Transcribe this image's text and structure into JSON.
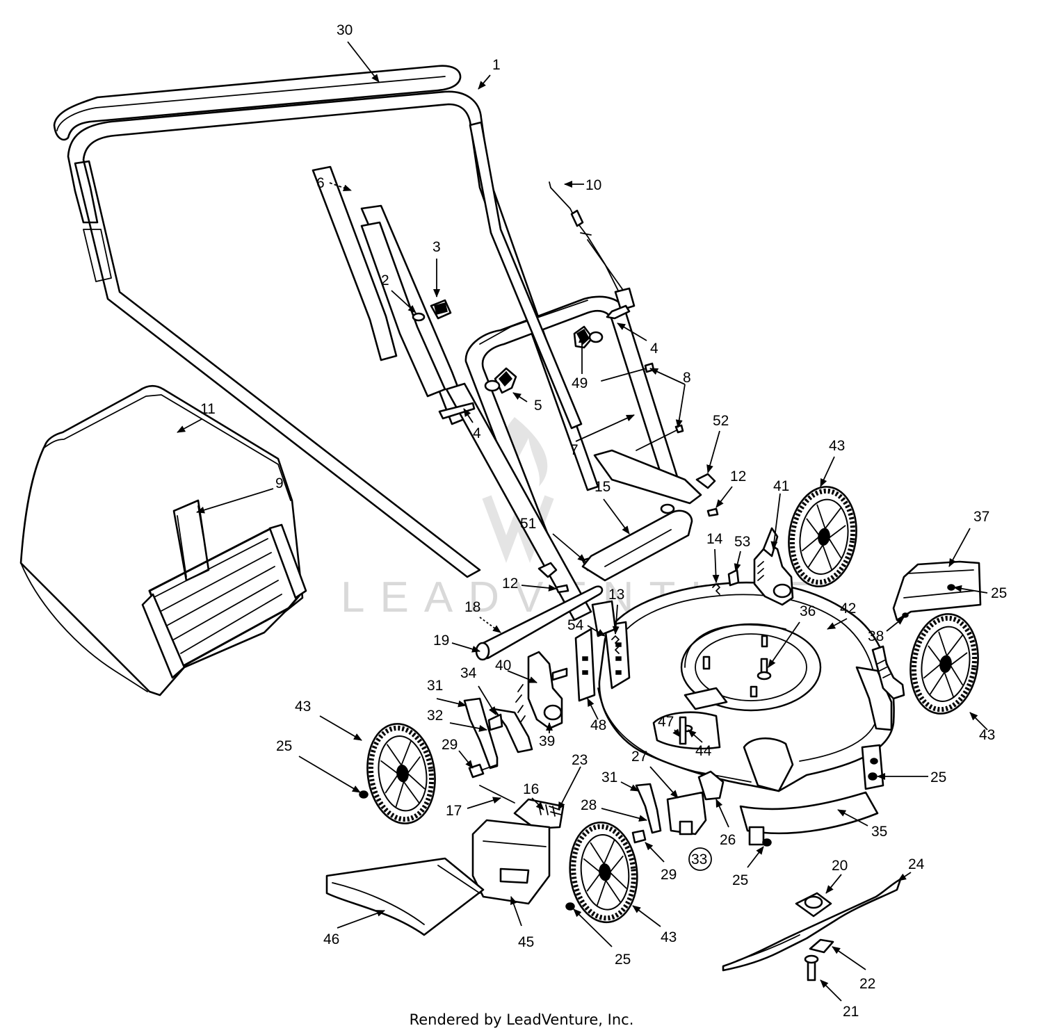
{
  "watermark": "LEADVENTURE",
  "footer": "Rendered by LeadVenture, Inc.",
  "callouts": [
    "30",
    "1",
    "6",
    "10",
    "3",
    "2",
    "4",
    "49",
    "8",
    "5",
    "4",
    "7",
    "11",
    "9",
    "52",
    "12",
    "43",
    "41",
    "37",
    "15",
    "53",
    "51",
    "14",
    "12",
    "13",
    "25",
    "36",
    "42",
    "18",
    "54",
    "38",
    "19",
    "40",
    "34",
    "31",
    "48",
    "32",
    "43",
    "47",
    "44",
    "43",
    "29",
    "39",
    "25",
    "27",
    "23",
    "16",
    "25",
    "31",
    "17",
    "28",
    "26",
    "35",
    "29",
    "33",
    "25",
    "20",
    "24",
    "46",
    "45",
    "43",
    "25",
    "22",
    "21"
  ]
}
